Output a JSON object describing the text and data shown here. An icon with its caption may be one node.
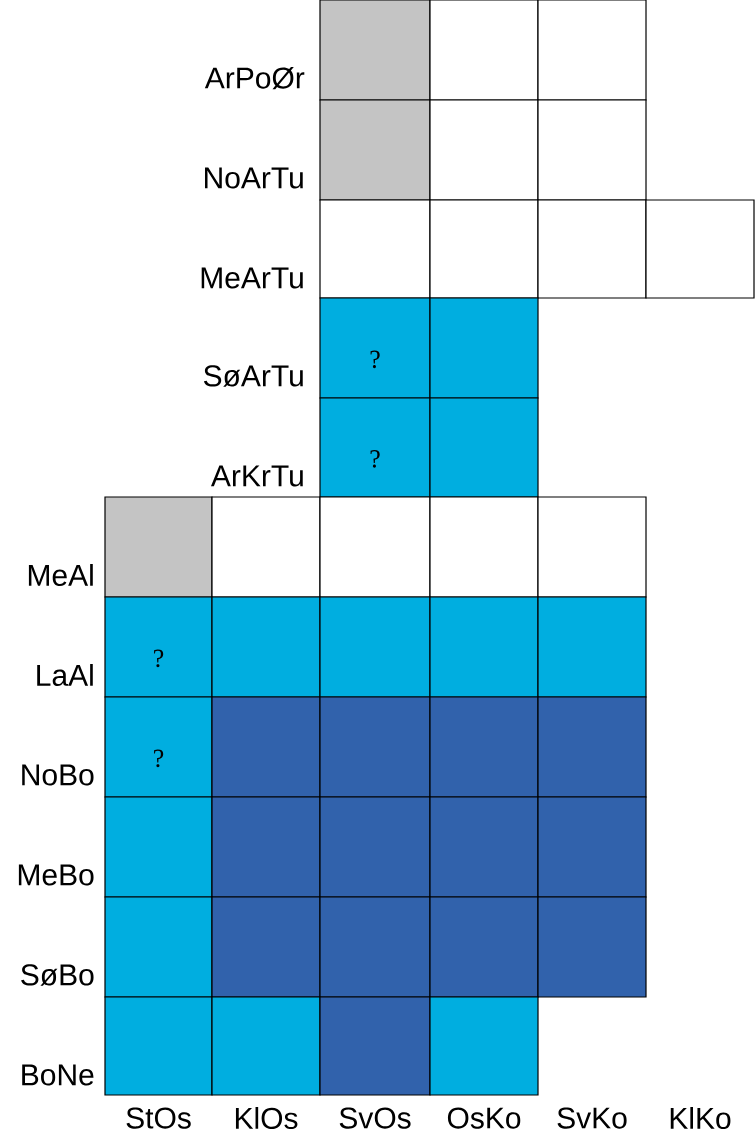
{
  "diagram": {
    "nodes": [
      {
        "text": [],
        "shape": "box"
      },
      {
        "text": [],
        "shape": "box"
      },
      {
        "text": [],
        "shape": "box"
      },
      {
        "text": [],
        "shape": "box"
      },
      {
        "text": [],
        "shape": "box"
      },
      {
        "text": [],
        "shape": "box"
      },
      {
        "text": [],
        "shape": "box"
      },
      {
        "text": [],
        "shape": "box"
      },
      {
        "text": [],
        "shape": "box"
      },
      {
        "text": [],
        "shape": "box"
      },
      {
        "text": [
          "?"
        ]
      },
      {
        "text": [],
        "shape": "box"
      },
      {
        "text": [
          "?"
        ]
      },
      {
        "text": [],
        "shape": "box"
      },
      {
        "text": [],
        "shape": "box"
      },
      {
        "text": [],
        "shape": "box"
      },
      {
        "text": [],
        "shape": "box"
      },
      {
        "text": [],
        "shape": "box"
      },
      {
        "text": [],
        "shape": "box"
      },
      {
        "text": [
          "?"
        ]
      },
      {
        "text": [],
        "shape": "box"
      },
      {
        "text": [],
        "shape": "box"
      },
      {
        "text": [],
        "shape": "box"
      },
      {
        "text": [],
        "shape": "box"
      },
      {
        "text": [
          "?"
        ]
      },
      {
        "text": [],
        "shape": "box"
      },
      {
        "text": [],
        "shape": "box"
      },
      {
        "text": [],
        "shape": "box"
      },
      {
        "text": [],
        "shape": "box"
      },
      {
        "text": [],
        "shape": "box"
      },
      {
        "text": [],
        "shape": "box"
      },
      {
        "text": [],
        "shape": "box"
      },
      {
        "text": [],
        "shape": "box"
      },
      {
        "text": [],
        "shape": "box"
      },
      {
        "text": [],
        "shape": "box"
      },
      {
        "text": [],
        "shape": "box"
      },
      {
        "text": [],
        "shape": "box"
      },
      {
        "text": [],
        "shape": "box"
      },
      {
        "text": [],
        "shape": "box"
      },
      {
        "text": [],
        "shape": "box"
      },
      {
        "text": [],
        "shape": "box"
      },
      {
        "text": [],
        "shape": "box"
      },
      {
        "text": [],
        "shape": "box"
      }
    ],
    "labels": [
      "ArPoØr",
      "NoArTu",
      "MeArTu",
      "SøArTu",
      "ArKrTu",
      "MeAl",
      "LaAl",
      "NoBo",
      "MeBo",
      "SøBo",
      "BoNe",
      "StOs",
      "KlOs",
      "SvOs",
      "OsKo",
      "SvKo",
      "KlKo"
    ]
  }
}
